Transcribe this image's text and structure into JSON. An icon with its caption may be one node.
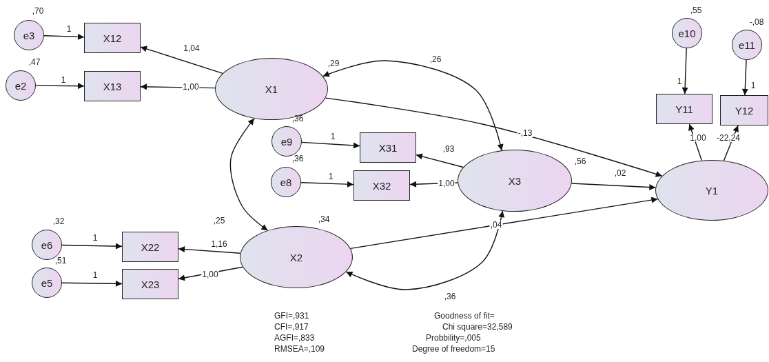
{
  "diagram": {
    "nodes": [
      {
        "text": [
          "e3"
        ],
        "beside": [
          ",70"
        ]
      },
      {
        "text": [
          "X12"
        ]
      },
      {
        "text": [
          "e2"
        ],
        "beside": [
          ",47"
        ]
      },
      {
        "text": [
          "X13"
        ]
      },
      {
        "text": [
          "X1"
        ],
        "beside": [
          ",29"
        ]
      },
      {
        "text": [
          "e9"
        ],
        "beside": [
          ",36"
        ]
      },
      {
        "text": [
          "X31"
        ]
      },
      {
        "text": [
          "e8"
        ],
        "beside": [
          ",36"
        ]
      },
      {
        "text": [
          "X32"
        ]
      },
      {
        "text": [
          "X3"
        ],
        "beside": [
          ",56"
        ]
      },
      {
        "text": [
          "Y1"
        ]
      },
      {
        "text": [
          "e10"
        ],
        "beside": [
          ",55"
        ]
      },
      {
        "text": [
          "Y11"
        ]
      },
      {
        "text": [
          "e11"
        ],
        "beside": [
          "-,08"
        ]
      },
      {
        "text": [
          "Y12"
        ]
      },
      {
        "text": [
          "e6"
        ],
        "beside": [
          ",32"
        ]
      },
      {
        "text": [
          "X22"
        ]
      },
      {
        "text": [
          "e5"
        ],
        "beside": [
          ",51"
        ]
      },
      {
        "text": [
          "X23"
        ]
      },
      {
        "text": [
          "X2"
        ],
        "beside": [
          ",34"
        ]
      }
    ],
    "edges": [
      {
        "from": 0,
        "to": 1,
        "arrow": "to",
        "label": "1"
      },
      {
        "from": 2,
        "to": 3,
        "arrow": "to",
        "label": "1"
      },
      {
        "from": 4,
        "to": 1,
        "arrow": "to",
        "label": "1,04"
      },
      {
        "from": 4,
        "to": 3,
        "arrow": "to",
        "label": "1,00"
      },
      {
        "from": 4,
        "to": 9,
        "arrow": "both",
        "label": ",26"
      },
      {
        "from": 4,
        "to": 10,
        "arrow": "to",
        "label": "-,13"
      },
      {
        "from": 5,
        "to": 6,
        "arrow": "to",
        "label": "1"
      },
      {
        "from": 7,
        "to": 8,
        "arrow": "to",
        "label": "1"
      },
      {
        "from": 9,
        "to": 6,
        "arrow": "to",
        "label": ",93"
      },
      {
        "from": 9,
        "to": 8,
        "arrow": "to",
        "label": "1,00"
      },
      {
        "from": 9,
        "to": 10,
        "arrow": "to",
        "label": ",02"
      },
      {
        "from": 4,
        "to": 19,
        "arrow": "both",
        "label": ",25"
      },
      {
        "from": 19,
        "to": 16,
        "arrow": "to",
        "label": "1,16"
      },
      {
        "from": 19,
        "to": 18,
        "arrow": "to",
        "label": "1,00"
      },
      {
        "from": 15,
        "to": 16,
        "arrow": "to",
        "label": "1"
      },
      {
        "from": 17,
        "to": 18,
        "arrow": "to",
        "label": "1"
      },
      {
        "from": 19,
        "to": 10,
        "arrow": "to",
        "label": ",04"
      },
      {
        "from": 19,
        "to": 9,
        "arrow": "both",
        "label": ",36"
      },
      {
        "from": 11,
        "to": 12,
        "arrow": "to",
        "label": "1"
      },
      {
        "from": 13,
        "to": 14,
        "arrow": "to",
        "label": "1"
      },
      {
        "from": 10,
        "to": 12,
        "arrow": "to",
        "label": "1,00"
      },
      {
        "from": 10,
        "to": 14,
        "arrow": "to",
        "label": "-22,24"
      }
    ],
    "labels": [
      "GFI=,931",
      "CFI=,917",
      "AGFI=,833",
      "RMSEA=,109",
      "Goodness of fit=",
      "Chi square=32,589",
      "Probbility=,005",
      "Degree of freedom=15"
    ]
  }
}
